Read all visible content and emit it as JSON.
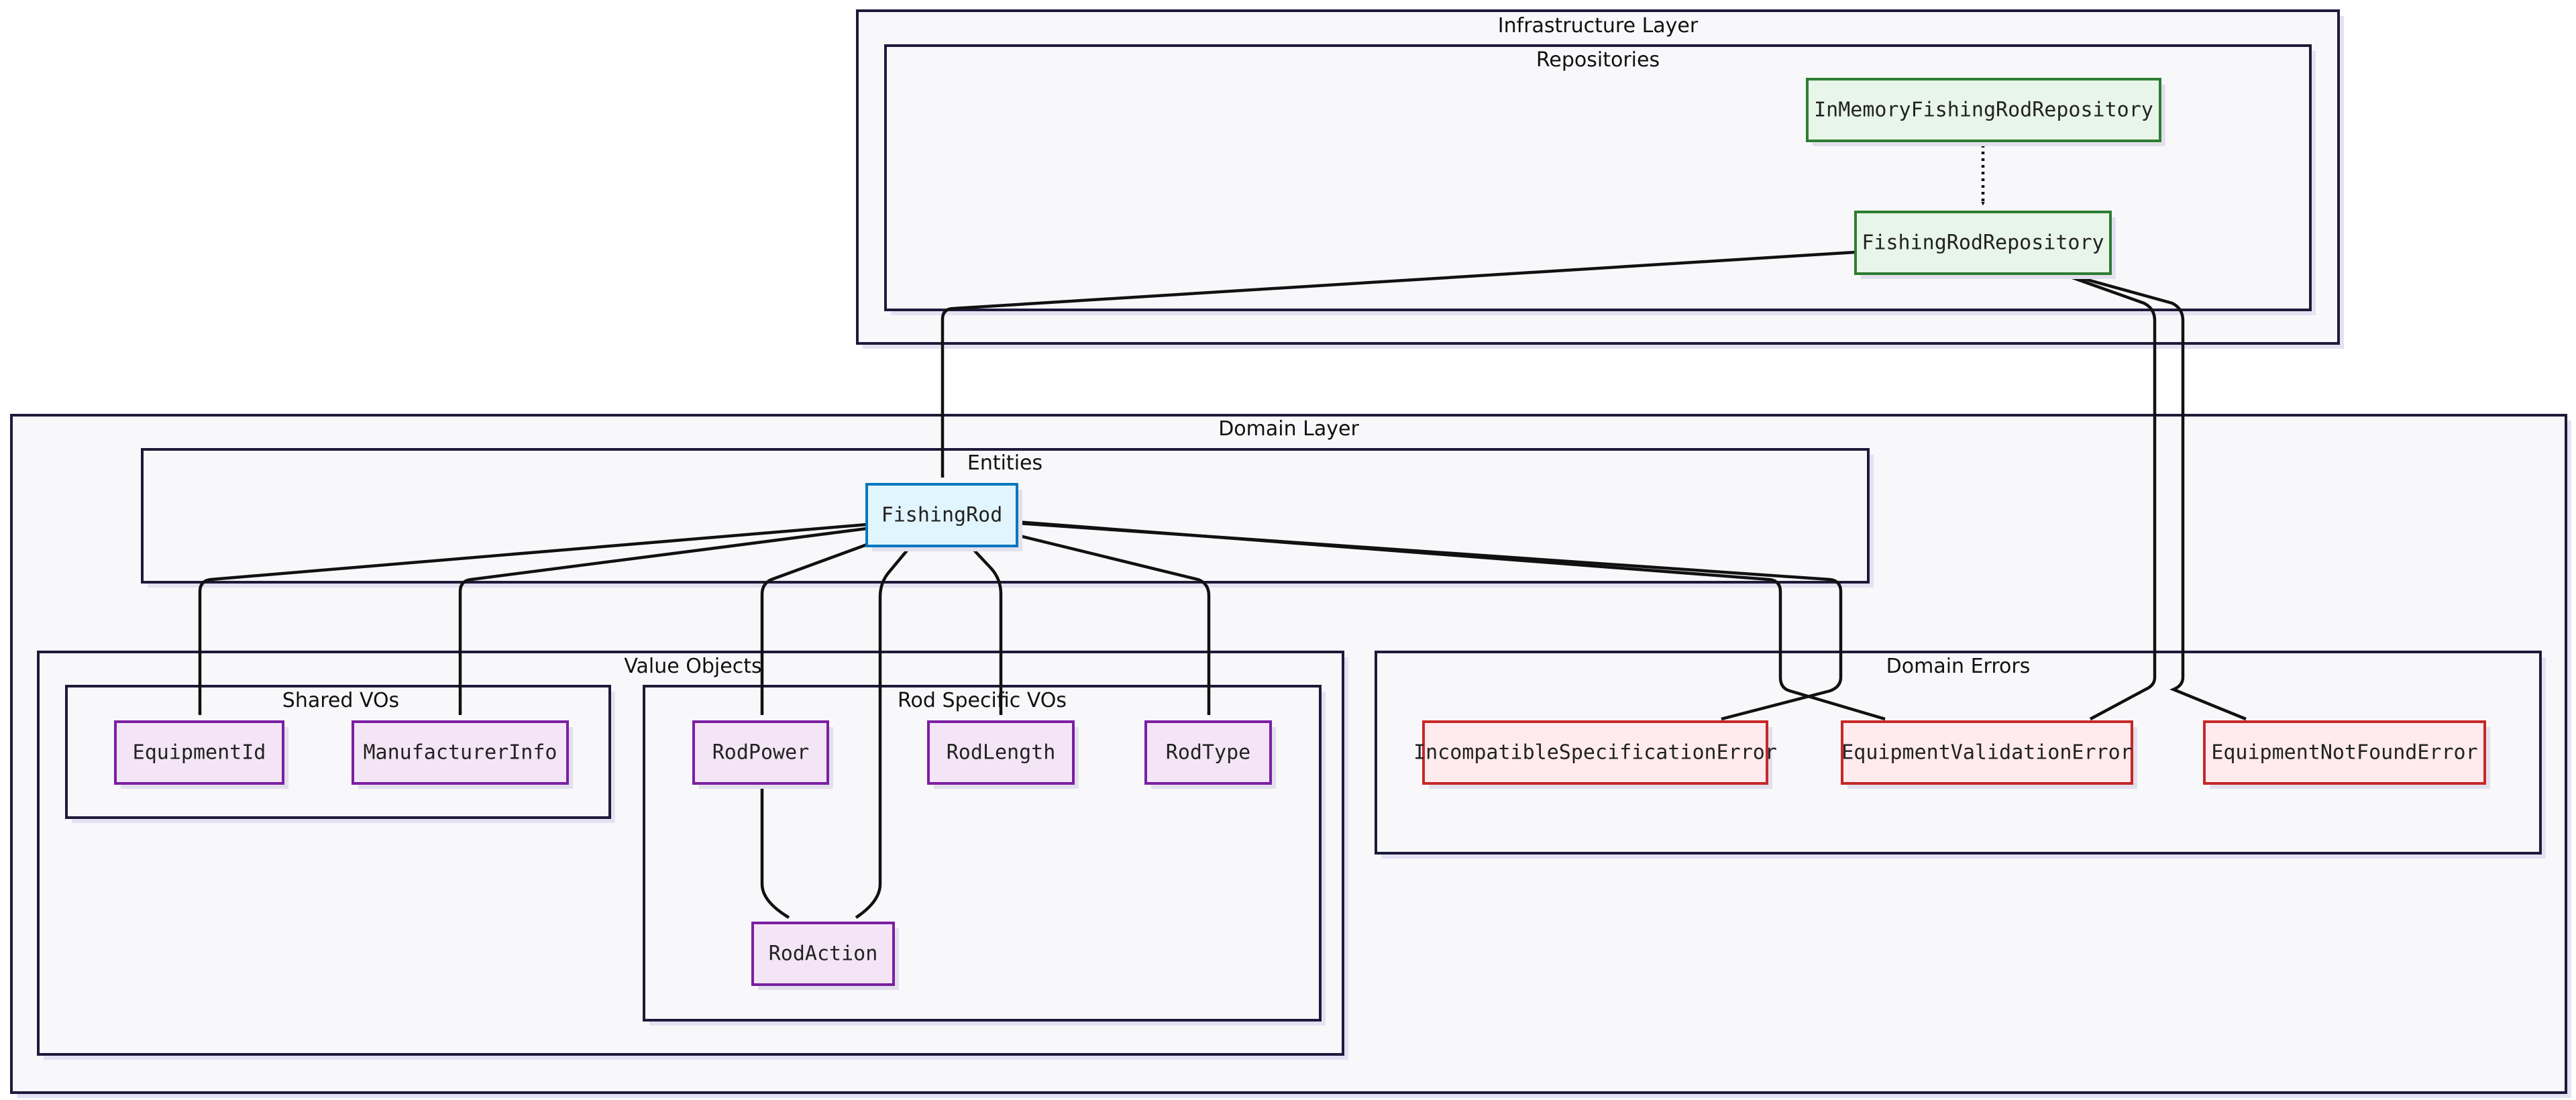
{
  "clusters": {
    "infrastructure": "Infrastructure Layer",
    "repositories": "Repositories",
    "domain": "Domain Layer",
    "entities": "Entities",
    "value_objects": "Value Objects",
    "shared_vos": "Shared VOs",
    "rod_specific_vos": "Rod Specific VOs",
    "domain_errors": "Domain Errors"
  },
  "nodes": {
    "in_memory_repo": "InMemoryFishingRodRepository",
    "repo": "FishingRodRepository",
    "fishing_rod": "FishingRod",
    "equipment_id": "EquipmentId",
    "manufacturer_info": "ManufacturerInfo",
    "rod_power": "RodPower",
    "rod_length": "RodLength",
    "rod_type": "RodType",
    "rod_action": "RodAction",
    "incompatible_spec_error": "IncompatibleSpecificationError",
    "equipment_validation_error": "EquipmentValidationError",
    "equipment_not_found_error": "EquipmentNotFoundError"
  },
  "colors": {
    "cluster_border": "#1d1b3a",
    "cluster_fill": "#f8f8fb",
    "repository_fill": "#e8f5e9",
    "repository_border": "#2e7d32",
    "entity_fill": "#e1f5fe",
    "entity_border": "#0277bd",
    "value_object_fill": "#f3e5f5",
    "value_object_border": "#7b1fa2",
    "error_fill": "#ffebee",
    "error_border": "#c62828"
  },
  "edges": [
    {
      "from": "in_memory_repo",
      "to": "repo",
      "style": "dotted"
    },
    {
      "from": "repo",
      "to": "fishing_rod"
    },
    {
      "from": "repo",
      "to": "equipment_validation_error"
    },
    {
      "from": "repo",
      "to": "equipment_not_found_error"
    },
    {
      "from": "fishing_rod",
      "to": "equipment_id"
    },
    {
      "from": "fishing_rod",
      "to": "manufacturer_info"
    },
    {
      "from": "fishing_rod",
      "to": "rod_power"
    },
    {
      "from": "fishing_rod",
      "to": "rod_action"
    },
    {
      "from": "fishing_rod",
      "to": "rod_length"
    },
    {
      "from": "fishing_rod",
      "to": "rod_type"
    },
    {
      "from": "fishing_rod",
      "to": "equipment_validation_error"
    },
    {
      "from": "fishing_rod",
      "to": "incompatible_spec_error"
    },
    {
      "from": "rod_power",
      "to": "rod_action"
    }
  ]
}
